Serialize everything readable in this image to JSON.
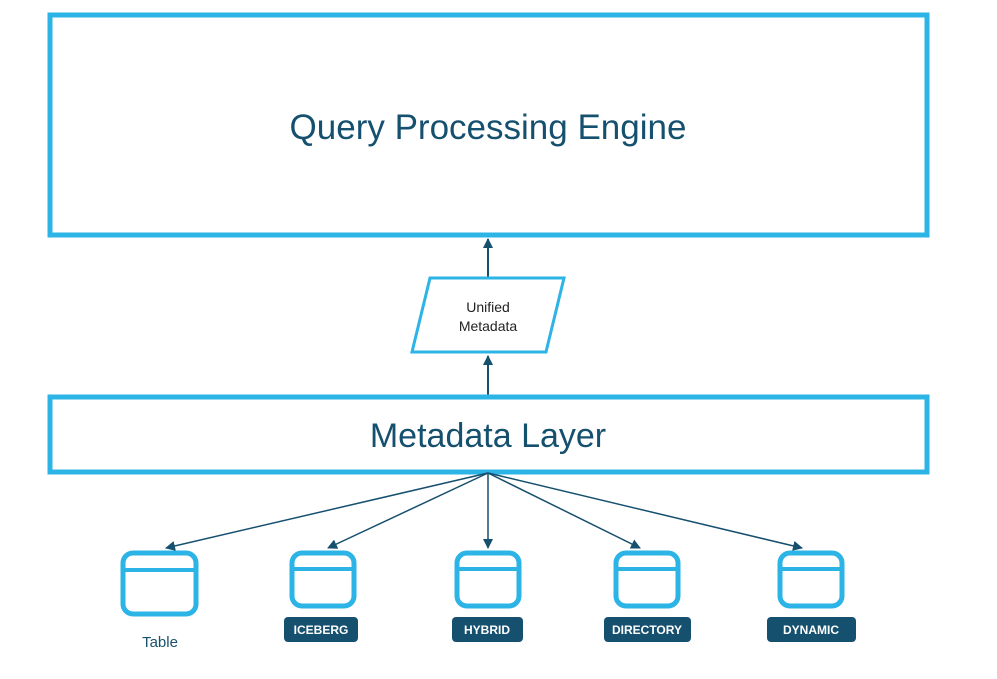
{
  "engine": {
    "title": "Query Processing Engine"
  },
  "metadata_output": {
    "line1": "Unified",
    "line2": "Metadata"
  },
  "metadata_layer": {
    "title": "Metadata Layer"
  },
  "sources": [
    {
      "label": "Table",
      "style": "plain"
    },
    {
      "label": "ICEBERG",
      "style": "badge"
    },
    {
      "label": "HYBRID",
      "style": "badge"
    },
    {
      "label": "DIRECTORY",
      "style": "badge"
    },
    {
      "label": "DYNAMIC",
      "style": "badge"
    }
  ],
  "colors": {
    "box_border": "#2db4e6",
    "arrow": "#16506f",
    "title_text": "#16506f",
    "badge_bg": "#16506f"
  },
  "icons": {
    "source_icon": "table-icon"
  }
}
